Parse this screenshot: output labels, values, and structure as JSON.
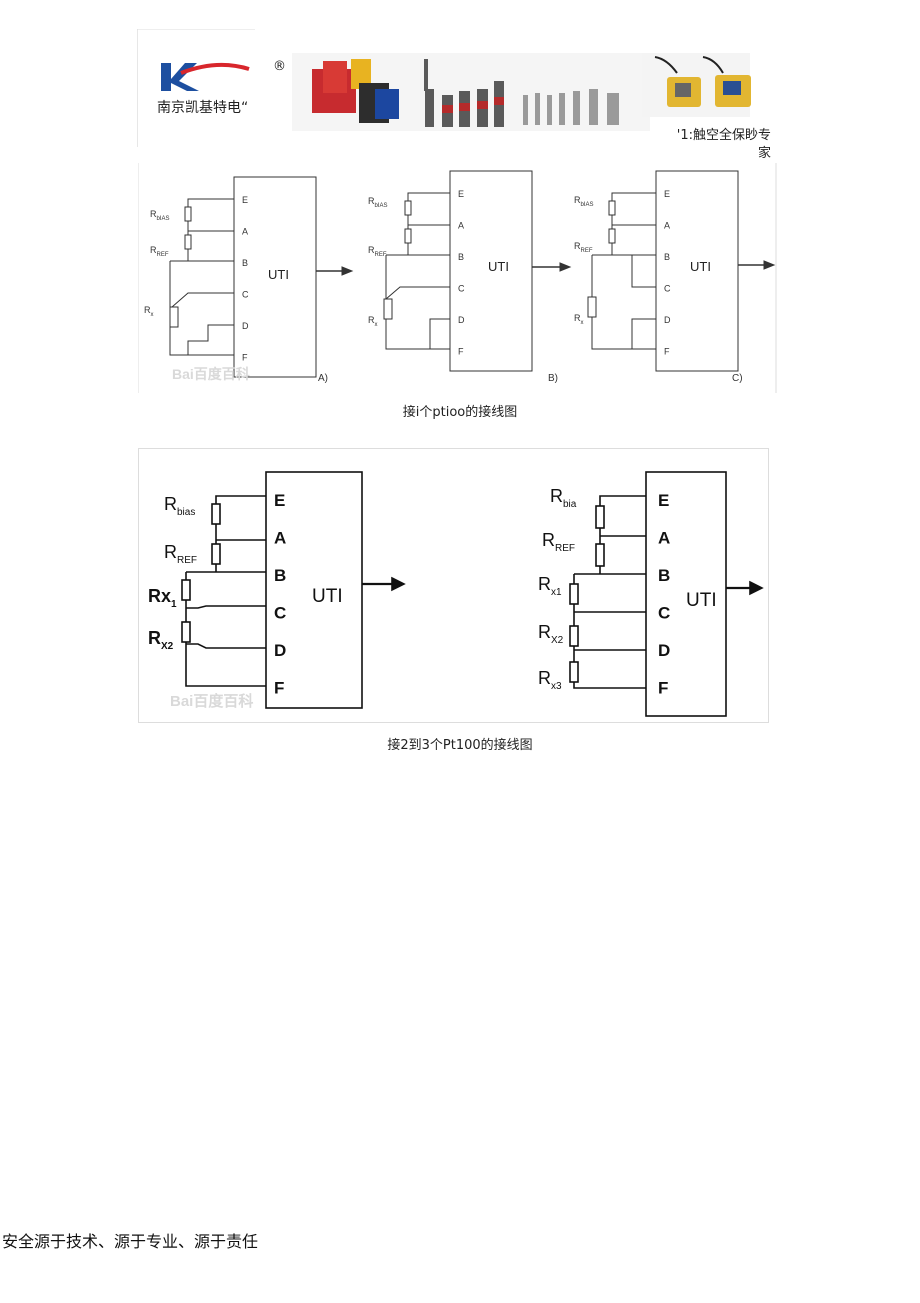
{
  "header": {
    "company_name": "南京凯基特电“",
    "registered_mark": "®",
    "slogan_line1": "'1:触空全保眇专",
    "slogan_line2": "家",
    "colors": {
      "logo_blue": "#1d4fa0",
      "logo_red": "#d8262c"
    }
  },
  "figure1": {
    "resistors": {
      "bias": "R",
      "bias_sub": "bIAS",
      "ref": "R",
      "ref_sub": "REF",
      "x": "R",
      "x_sub": "x"
    },
    "terminals": [
      "E",
      "A",
      "B",
      "C",
      "D",
      "F"
    ],
    "block_label": "UTI",
    "panel_labels": [
      "A)",
      "B)",
      "C)"
    ],
    "watermark": "Bai百度百科"
  },
  "caption1": "接i个ptioo的接线图",
  "figure2": {
    "left": {
      "labels": [
        {
          "main": "R",
          "sub": "bias"
        },
        {
          "main": "R",
          "sub": "REF"
        },
        {
          "main": "Rx",
          "sub": "1"
        },
        {
          "main": "R",
          "sub": "X2"
        }
      ]
    },
    "right": {
      "labels": [
        {
          "main": "R",
          "sub": "bia"
        },
        {
          "main": "R",
          "sub": "REF"
        },
        {
          "main": "R",
          "sub": "x1"
        },
        {
          "main": "R",
          "sub": "X2"
        },
        {
          "main": "R",
          "sub": "x3"
        }
      ]
    },
    "terminals": [
      "E",
      "A",
      "B",
      "C",
      "D",
      "F"
    ],
    "block_label": "UTI",
    "watermark": "Bai百度百科"
  },
  "caption2": "接2到3个Pt100的接线图",
  "footer": "安全源于技术、源于专业、源于责任"
}
